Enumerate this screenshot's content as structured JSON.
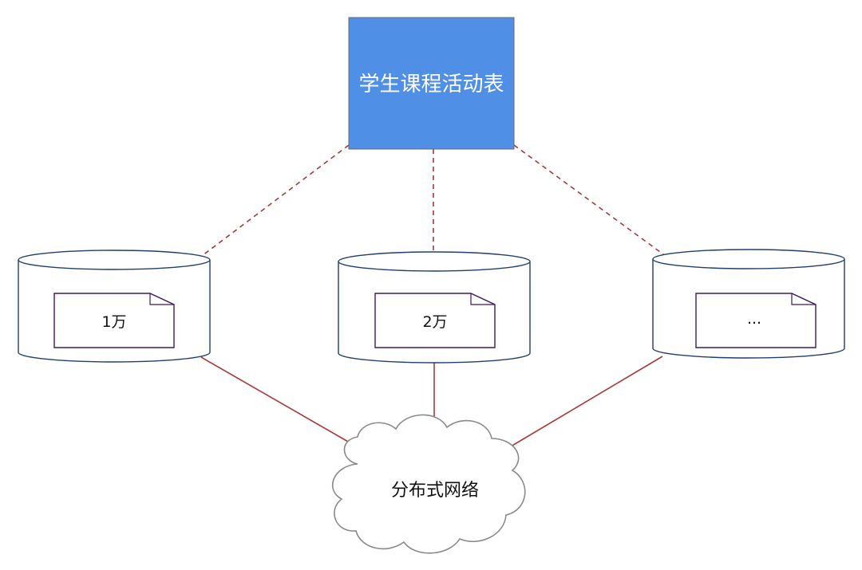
{
  "diagram": {
    "table_node": {
      "label": "学生课程活动表",
      "fill_color": "#4f8fe6"
    },
    "databases": [
      {
        "doc_label": "1万"
      },
      {
        "doc_label": "2万"
      },
      {
        "doc_label": "..."
      }
    ],
    "network": {
      "label": "分布式网络"
    },
    "colors": {
      "dashed_link": "#a23a3a",
      "solid_link": "#a83a3a",
      "cylinder_stroke": "#1f3f6e",
      "document_stroke": "#3a1a66",
      "cloud_stroke": "#8a8a8a",
      "cloud_fill": "#ffffff"
    }
  }
}
